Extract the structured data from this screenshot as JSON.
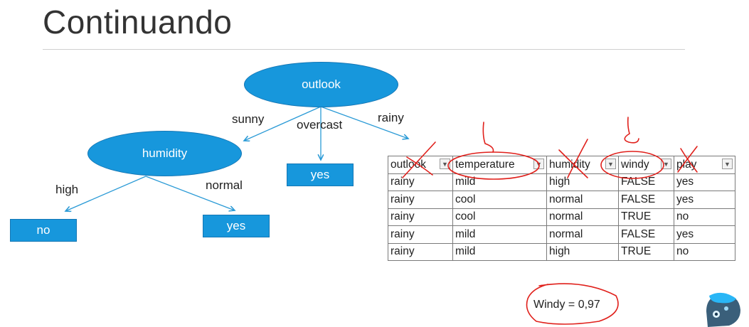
{
  "title": "Continuando",
  "tree": {
    "root": "outlook",
    "root_edges": {
      "sunny": "sunny",
      "overcast": "overcast",
      "rainy": "rainy"
    },
    "humidity_node": "humidity",
    "overcast_leaf": "yes",
    "humidity_edges": {
      "high": "high",
      "normal": "normal"
    },
    "high_leaf": "no",
    "normal_leaf": "yes"
  },
  "table": {
    "headers": [
      "outlook",
      "temperature",
      "humidity",
      "windy",
      "play"
    ],
    "rows": [
      [
        "rainy",
        "mild",
        "high",
        "FALSE",
        "yes"
      ],
      [
        "rainy",
        "cool",
        "normal",
        "FALSE",
        "yes"
      ],
      [
        "rainy",
        "cool",
        "normal",
        "TRUE",
        "no"
      ],
      [
        "rainy",
        "mild",
        "normal",
        "FALSE",
        "yes"
      ],
      [
        "rainy",
        "mild",
        "high",
        "TRUE",
        "no"
      ]
    ]
  },
  "result_text": "Windy = 0,97",
  "colors": {
    "node_fill": "#1797dc",
    "annotation": "#e0201b",
    "edge": "#2a9ad6"
  }
}
